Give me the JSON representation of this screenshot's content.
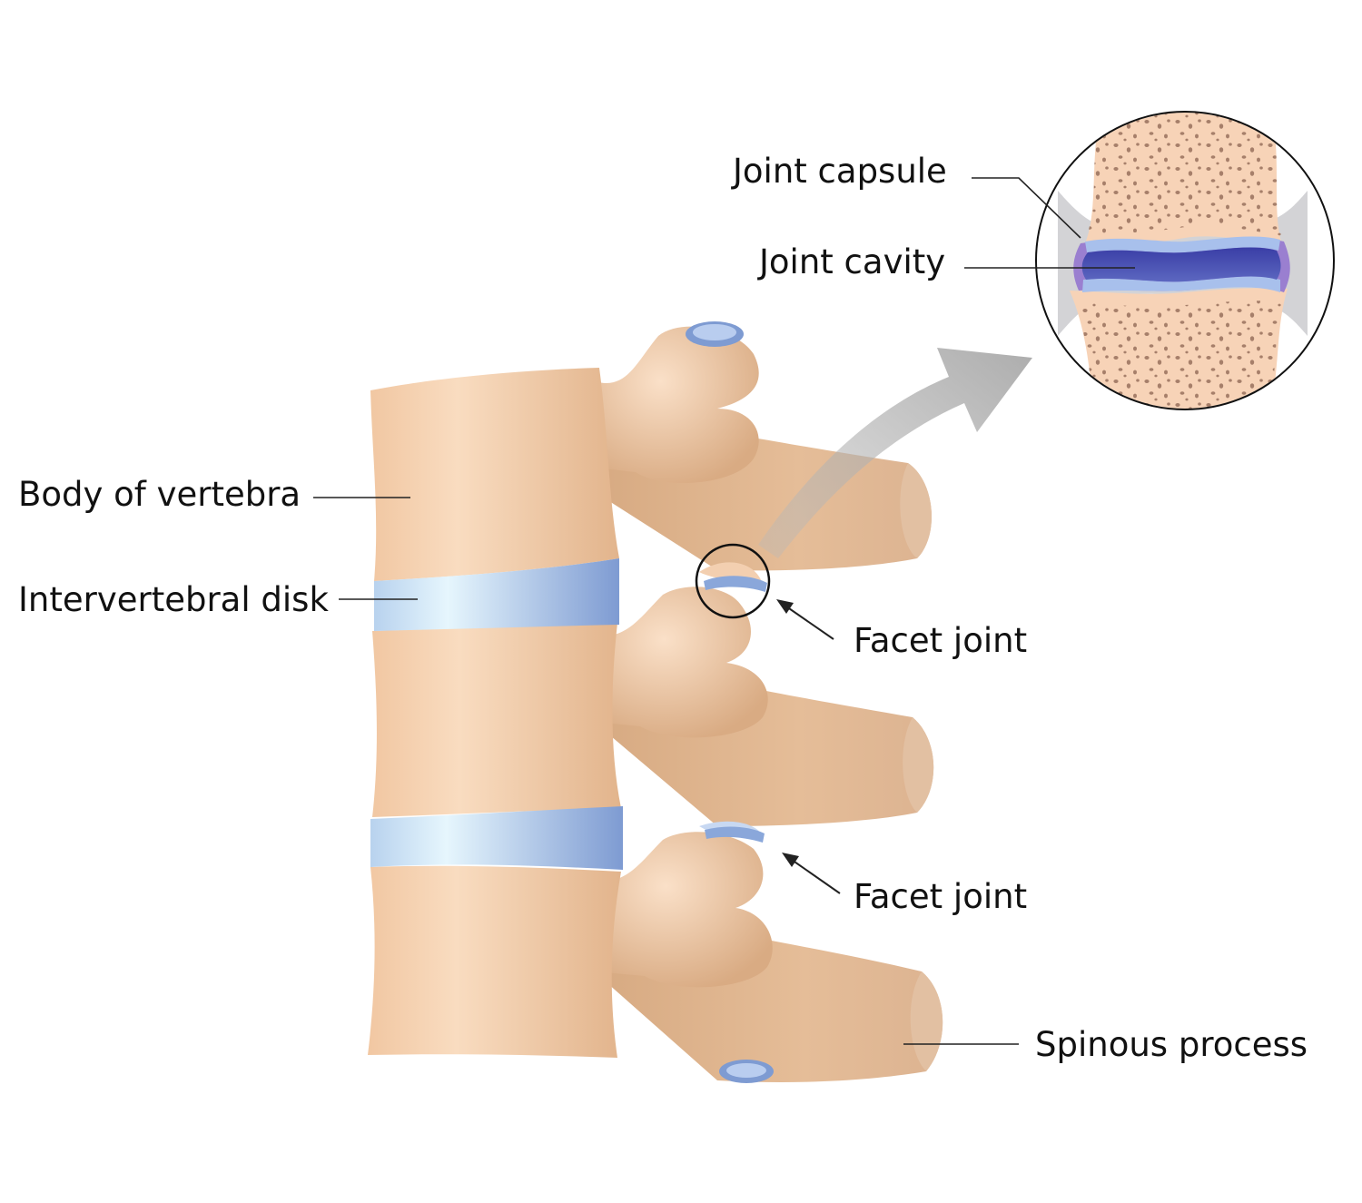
{
  "labels": {
    "joint_capsule": "Joint capsule",
    "joint_cavity": "Joint cavity",
    "body_of_vertebra": "Body of vertebra",
    "intervertebral_disk": "Intervertebral disk",
    "facet_joint_upper": "Facet joint",
    "facet_joint_lower": "Facet joint",
    "spinous_process": "Spinous process"
  },
  "colors": {
    "bone_light": "#f6d3b4",
    "bone_mid": "#e8bc95",
    "bone_dark": "#cfa27b",
    "disk_light": "#dff1fb",
    "disk_dark": "#7f9bd0",
    "cavity": "#3a3fa8",
    "capsule_grey": "#cfcfd2",
    "arrow_grey": "#a9a9a9",
    "leader": "#222222"
  },
  "icons": {
    "zoom_arrow": "curved-arrow-icon",
    "pointer_arrow": "arrow-icon"
  }
}
